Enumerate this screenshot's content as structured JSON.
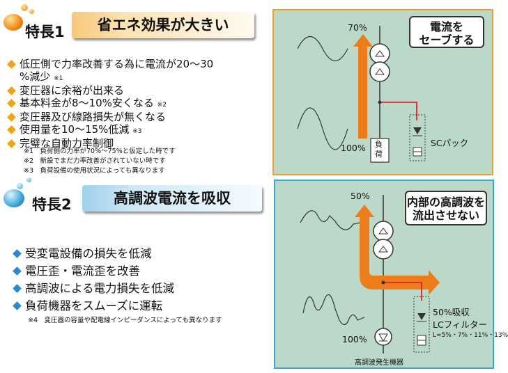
{
  "feature1": {
    "label": "特長1",
    "title": "省エネ効果が大きい",
    "bullets": [
      {
        "text": "低圧側で力率改善する為に電流が20～30",
        "cont": "%減少",
        "note": "※1"
      },
      {
        "text": "変圧器に余裕が出来る",
        "note": ""
      },
      {
        "text": "基本料金が8～10%安くなる",
        "note": "※2"
      },
      {
        "text": "変圧器及び線路損失が無くなる",
        "note": ""
      },
      {
        "text": "使用量を10～15%低減",
        "note": "※3"
      },
      {
        "text": "完璧な自動力率制御",
        "note": ""
      }
    ],
    "notes": [
      "※1　負荷側の力率が70%～75%と仮定した時です",
      "※2　新設でまだ力率改善がされていない時です",
      "※3　負荷設備の使用状況によっても異なります"
    ],
    "diagram": {
      "callout_line1": "電流を",
      "callout_line2": "セーブする",
      "top_pct": "70%",
      "bottom_pct": "100%",
      "load_line1": "負",
      "load_line2": "荷",
      "device_label": "SCパック",
      "border_color": "#f0a030",
      "bg_color": "#bcd8c8"
    }
  },
  "feature2": {
    "label": "特長2",
    "title": "高調波電流を吸収",
    "bullets": [
      {
        "text": "受変電設備の損失を低減"
      },
      {
        "text": "電圧歪・電流歪を改善"
      },
      {
        "text": "高調波による電力損失を低減"
      },
      {
        "text": "負荷機器をスムーズに運転"
      }
    ],
    "notes": [
      "※4　変圧器の容量や配電線インピーダンスによっても異なります"
    ],
    "diagram": {
      "callout_line1": "内部の高調波を",
      "callout_line2": "流出させない",
      "top_pct": "50%",
      "bottom_pct": "100%",
      "absorb_label": "50%吸収",
      "filter_label": "LCフィルター",
      "filter_spec": "L=5%・7%・11%・13%",
      "device_label": "高調波発生機器",
      "border_color": "#3aa7d8",
      "bg_color": "#bcd8c8"
    }
  },
  "colors": {
    "accent_orange": "#f0a21a",
    "arrow_orange": "#ec7d1a",
    "accent_blue": "#2d8ac8",
    "wire_red": "#e0242a"
  }
}
